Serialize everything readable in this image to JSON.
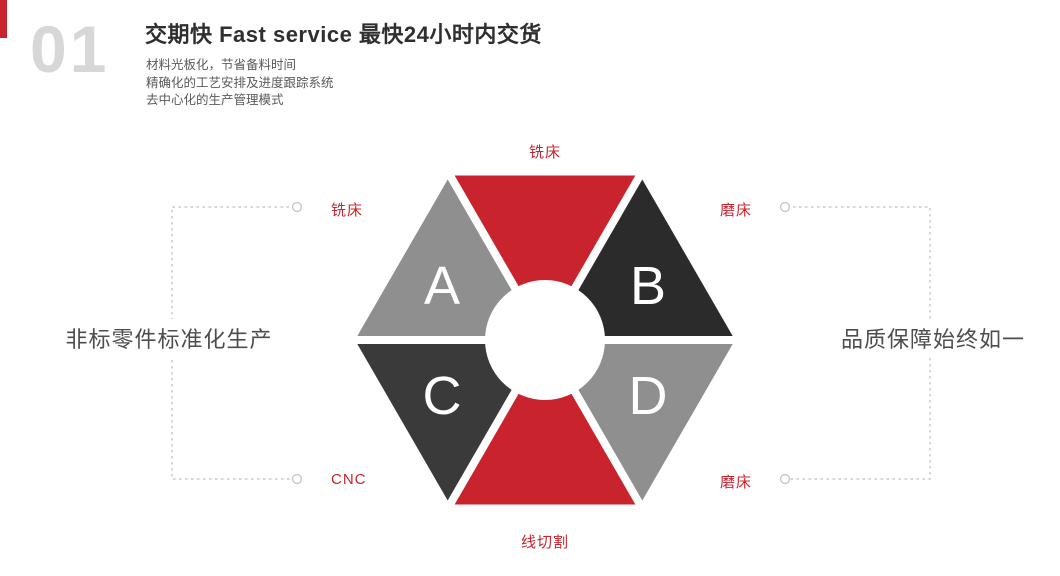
{
  "colors": {
    "accent_red": "#c9242d",
    "dark": "#2b2b2b",
    "dark_alt": "#3a3a3a",
    "gray": "#8f8f8f",
    "index_gray": "#d7d7d7",
    "connector_gray": "#c8c8c8"
  },
  "header": {
    "index": "01",
    "title": "交期快  Fast service 最快24小时内交货",
    "bullets": [
      "材料光板化，节省备料时间",
      "精确化的工艺安排及进度跟踪系统",
      "去中心化的生产管理模式"
    ]
  },
  "diagram": {
    "segments": [
      {
        "position": "top",
        "color": "#c9242d",
        "letter": ""
      },
      {
        "position": "upper-right",
        "color": "#2b2b2b",
        "letter": "B"
      },
      {
        "position": "lower-right",
        "color": "#8f8f8f",
        "letter": "D"
      },
      {
        "position": "bottom",
        "color": "#c9242d",
        "letter": ""
      },
      {
        "position": "lower-left",
        "color": "#3a3a3a",
        "letter": "C"
      },
      {
        "position": "upper-left",
        "color": "#8f8f8f",
        "letter": "A"
      }
    ],
    "labels": {
      "top": "铣床",
      "upper_left": "铣床",
      "upper_right": "磨床",
      "lower_left": "CNC",
      "lower_right": "磨床",
      "bottom": "线切割"
    },
    "side_left": "非标零件标准化生产",
    "side_right": "品质保障始终如一"
  }
}
